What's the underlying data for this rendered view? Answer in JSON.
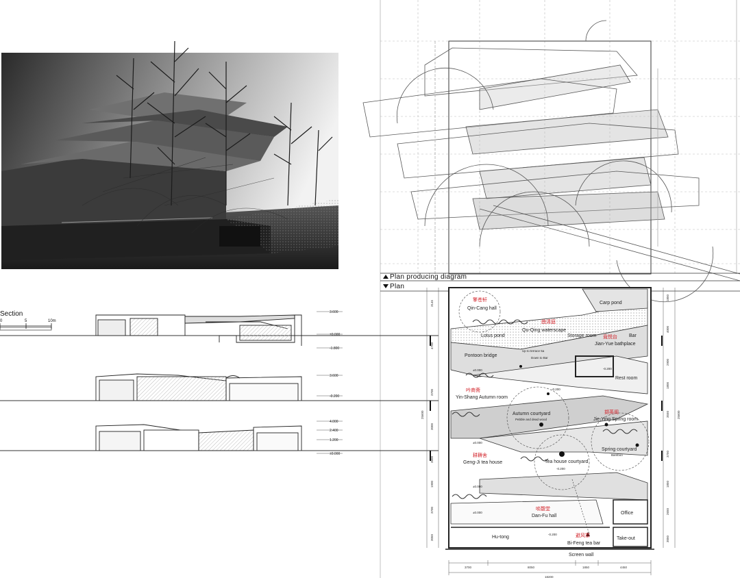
{
  "headers": {
    "plan_producing": "Plan producing diagram",
    "plan": "Plan",
    "section": "Section"
  },
  "scale": {
    "ticks": [
      "0",
      "5",
      "10m"
    ]
  },
  "section_levels": {
    "s1": [
      "3.600",
      "±0.000",
      "-1.800"
    ],
    "s2": [
      "3.600",
      "-0.200"
    ],
    "s3": [
      "4.000",
      "2.400",
      "1.200",
      "±0.000"
    ]
  },
  "rooms": [
    {
      "cn": "擎苍轩",
      "en": "Qin-Cang hall"
    },
    {
      "cn": "",
      "en": "Carp pond"
    },
    {
      "cn": "",
      "en": "Lotus pond"
    },
    {
      "cn": "曲清庭",
      "en": "Qu-Qing waterscape"
    },
    {
      "cn": "",
      "en": "Storage room"
    },
    {
      "cn": "竟悦台",
      "en": "Jian-Yue bathplace"
    },
    {
      "cn": "",
      "en": "Bar"
    },
    {
      "cn": "",
      "en": "Pontoon bridge"
    },
    {
      "cn": "",
      "en": "Up to terrace 5a"
    },
    {
      "cn": "",
      "en": "Down to Bar"
    },
    {
      "cn": "",
      "en": "Rest room"
    },
    {
      "cn": "吟商斋",
      "en": "Yin-Shang Autumn room"
    },
    {
      "cn": "",
      "en": "Autumn courtyard"
    },
    {
      "cn": "",
      "en": "Pebble and dead wood"
    },
    {
      "cn": "撷英阁",
      "en": "Jie-Ying Spring room"
    },
    {
      "cn": "",
      "en": "Spring courtyard"
    },
    {
      "cn": "",
      "en": "Bamboo"
    },
    {
      "cn": "耕耨舍",
      "en": "Geng-Ji tea house"
    },
    {
      "cn": "",
      "en": "Tea house courtyard"
    },
    {
      "cn": "啖馥堂",
      "en": "Dan-Fu hall"
    },
    {
      "cn": "",
      "en": "Office"
    },
    {
      "cn": "",
      "en": "Hu-tong"
    },
    {
      "cn": "避风寨",
      "en": "Bi-Feng tea bar"
    },
    {
      "cn": "",
      "en": "Take-out"
    },
    {
      "cn": "",
      "en": "Screen wall"
    }
  ],
  "plan_levels": [
    "±0.000",
    "-0.200",
    "-0.200",
    "±0.000",
    "±0.000",
    "-0.200",
    "±0.000",
    "-0.200"
  ],
  "dims": {
    "bottom": [
      "3700",
      "8050",
      "1850",
      "4450"
    ],
    "bottom_total": "18200",
    "left": [
      "3145",
      "4700",
      "3700",
      "3000",
      "3800",
      "1900",
      "3700",
      "3050"
    ],
    "left_total": "25600",
    "right": [
      "1850",
      "4000",
      "2900",
      "1800",
      "3550",
      "3750",
      "1850",
      "2650",
      "3050"
    ],
    "right_total": "25600"
  },
  "colors": {
    "line": "#333333",
    "room_label_cn": "#d2232a",
    "hatch": "#cfcfcf"
  }
}
